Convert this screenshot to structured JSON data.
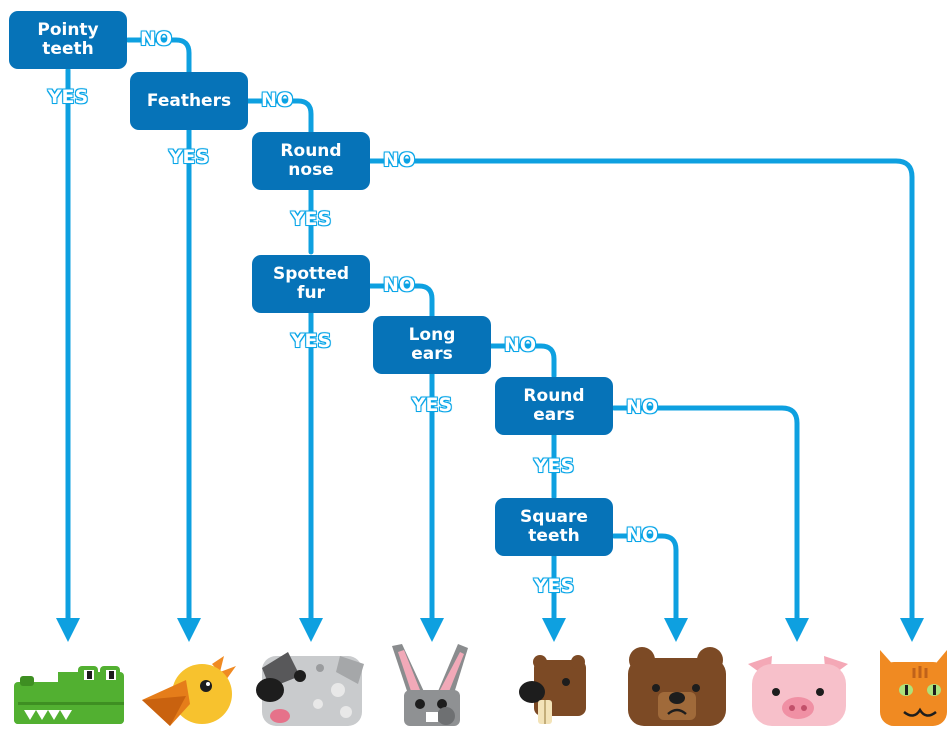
{
  "colors": {
    "box": "#0673b8",
    "line": "#0ea0e0",
    "label_text": "#ffffff"
  },
  "questions": {
    "pointy_teeth": "Pointy\nteeth",
    "feathers": "Feathers",
    "round_nose": "Round\nnose",
    "spotted_fur": "Spotted\nfur",
    "long_ears": "Long\nears",
    "round_ears": "Round\nears",
    "square_teeth": "Square\nteeth"
  },
  "labels": {
    "yes": "YES",
    "no": "NO"
  },
  "animals": [
    "crocodile",
    "bird",
    "dog",
    "rabbit",
    "beaver",
    "bear",
    "pig",
    "cat"
  ]
}
